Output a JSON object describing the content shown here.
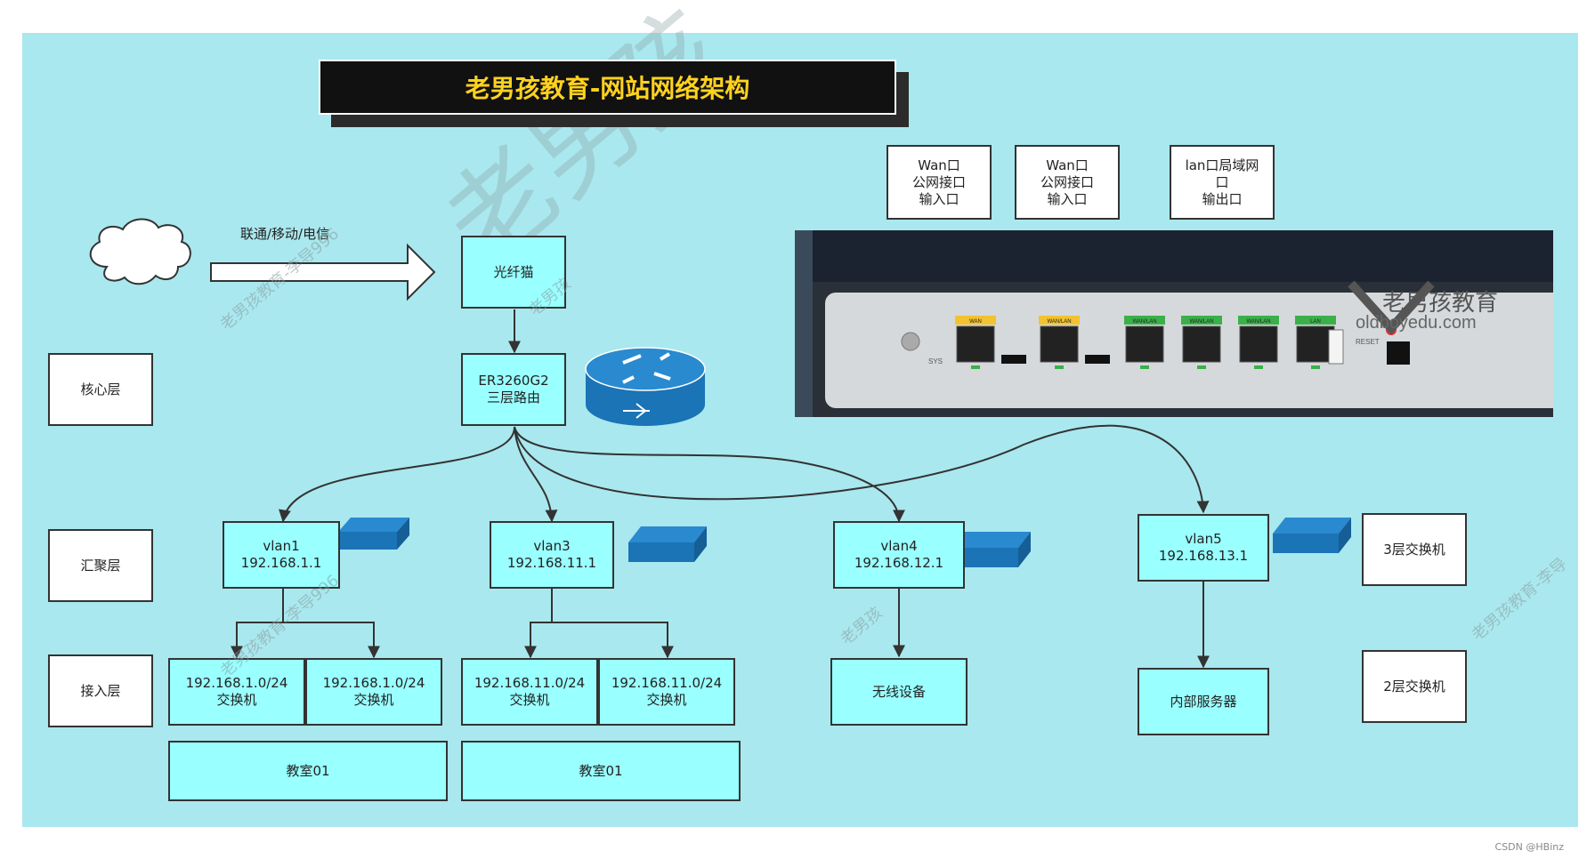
{
  "title": "老男孩教育-网站网络架构",
  "isp_label": "联通/移动/电信",
  "layers": {
    "core": "核心层",
    "aggregation": "汇聚层",
    "access": "接入层"
  },
  "nodes": {
    "modem": "光纤猫",
    "router": "ER3260G2\n三层路由",
    "vlan1": "vlan1\n192.168.1.1",
    "vlan3": "vlan3\n192.168.11.1",
    "vlan4": "vlan4\n192.168.12.1",
    "vlan5": "vlan5\n192.168.13.1",
    "sw1a": "192.168.1.0/24\n交换机",
    "sw1b": "192.168.1.0/24\n交换机",
    "sw3a": "192.168.11.0/24\n交换机",
    "sw3b": "192.168.11.0/24\n交换机",
    "classroom_a": "教室01",
    "classroom_b": "教室01",
    "wireless": "无线设备",
    "server": "内部服务器"
  },
  "ports": {
    "wan1": "Wan口\n公网接口\n输入口",
    "wan2": "Wan口\n公网接口\n输入口",
    "lan": "lan口局域网\n口\n输出口"
  },
  "legend": {
    "l3_switch": "3层交换机",
    "l2_switch": "2层交换机"
  },
  "photo": {
    "brand": "老男孩教育",
    "site": "oldboyedu.com",
    "port_labels": [
      "WAN",
      "WAN/LAN",
      "WAN/LAN",
      "WAN/LAN",
      "WAN/LAN",
      "LAN"
    ],
    "sys": "SYS",
    "reset": "RESET"
  },
  "watermarks": [
    "老男孩教育-李导996",
    "老男孩",
    "老男孩教育-李导996",
    "老男孩",
    "老男孩教育-李导"
  ],
  "big_watermark": "老男孩",
  "footer": "CSDN @HBinz",
  "colors": {
    "canvas": "#a9e8ee",
    "node": "#99ffff",
    "title_text": "#ffd21e",
    "device_icon": "#1a74b6"
  }
}
